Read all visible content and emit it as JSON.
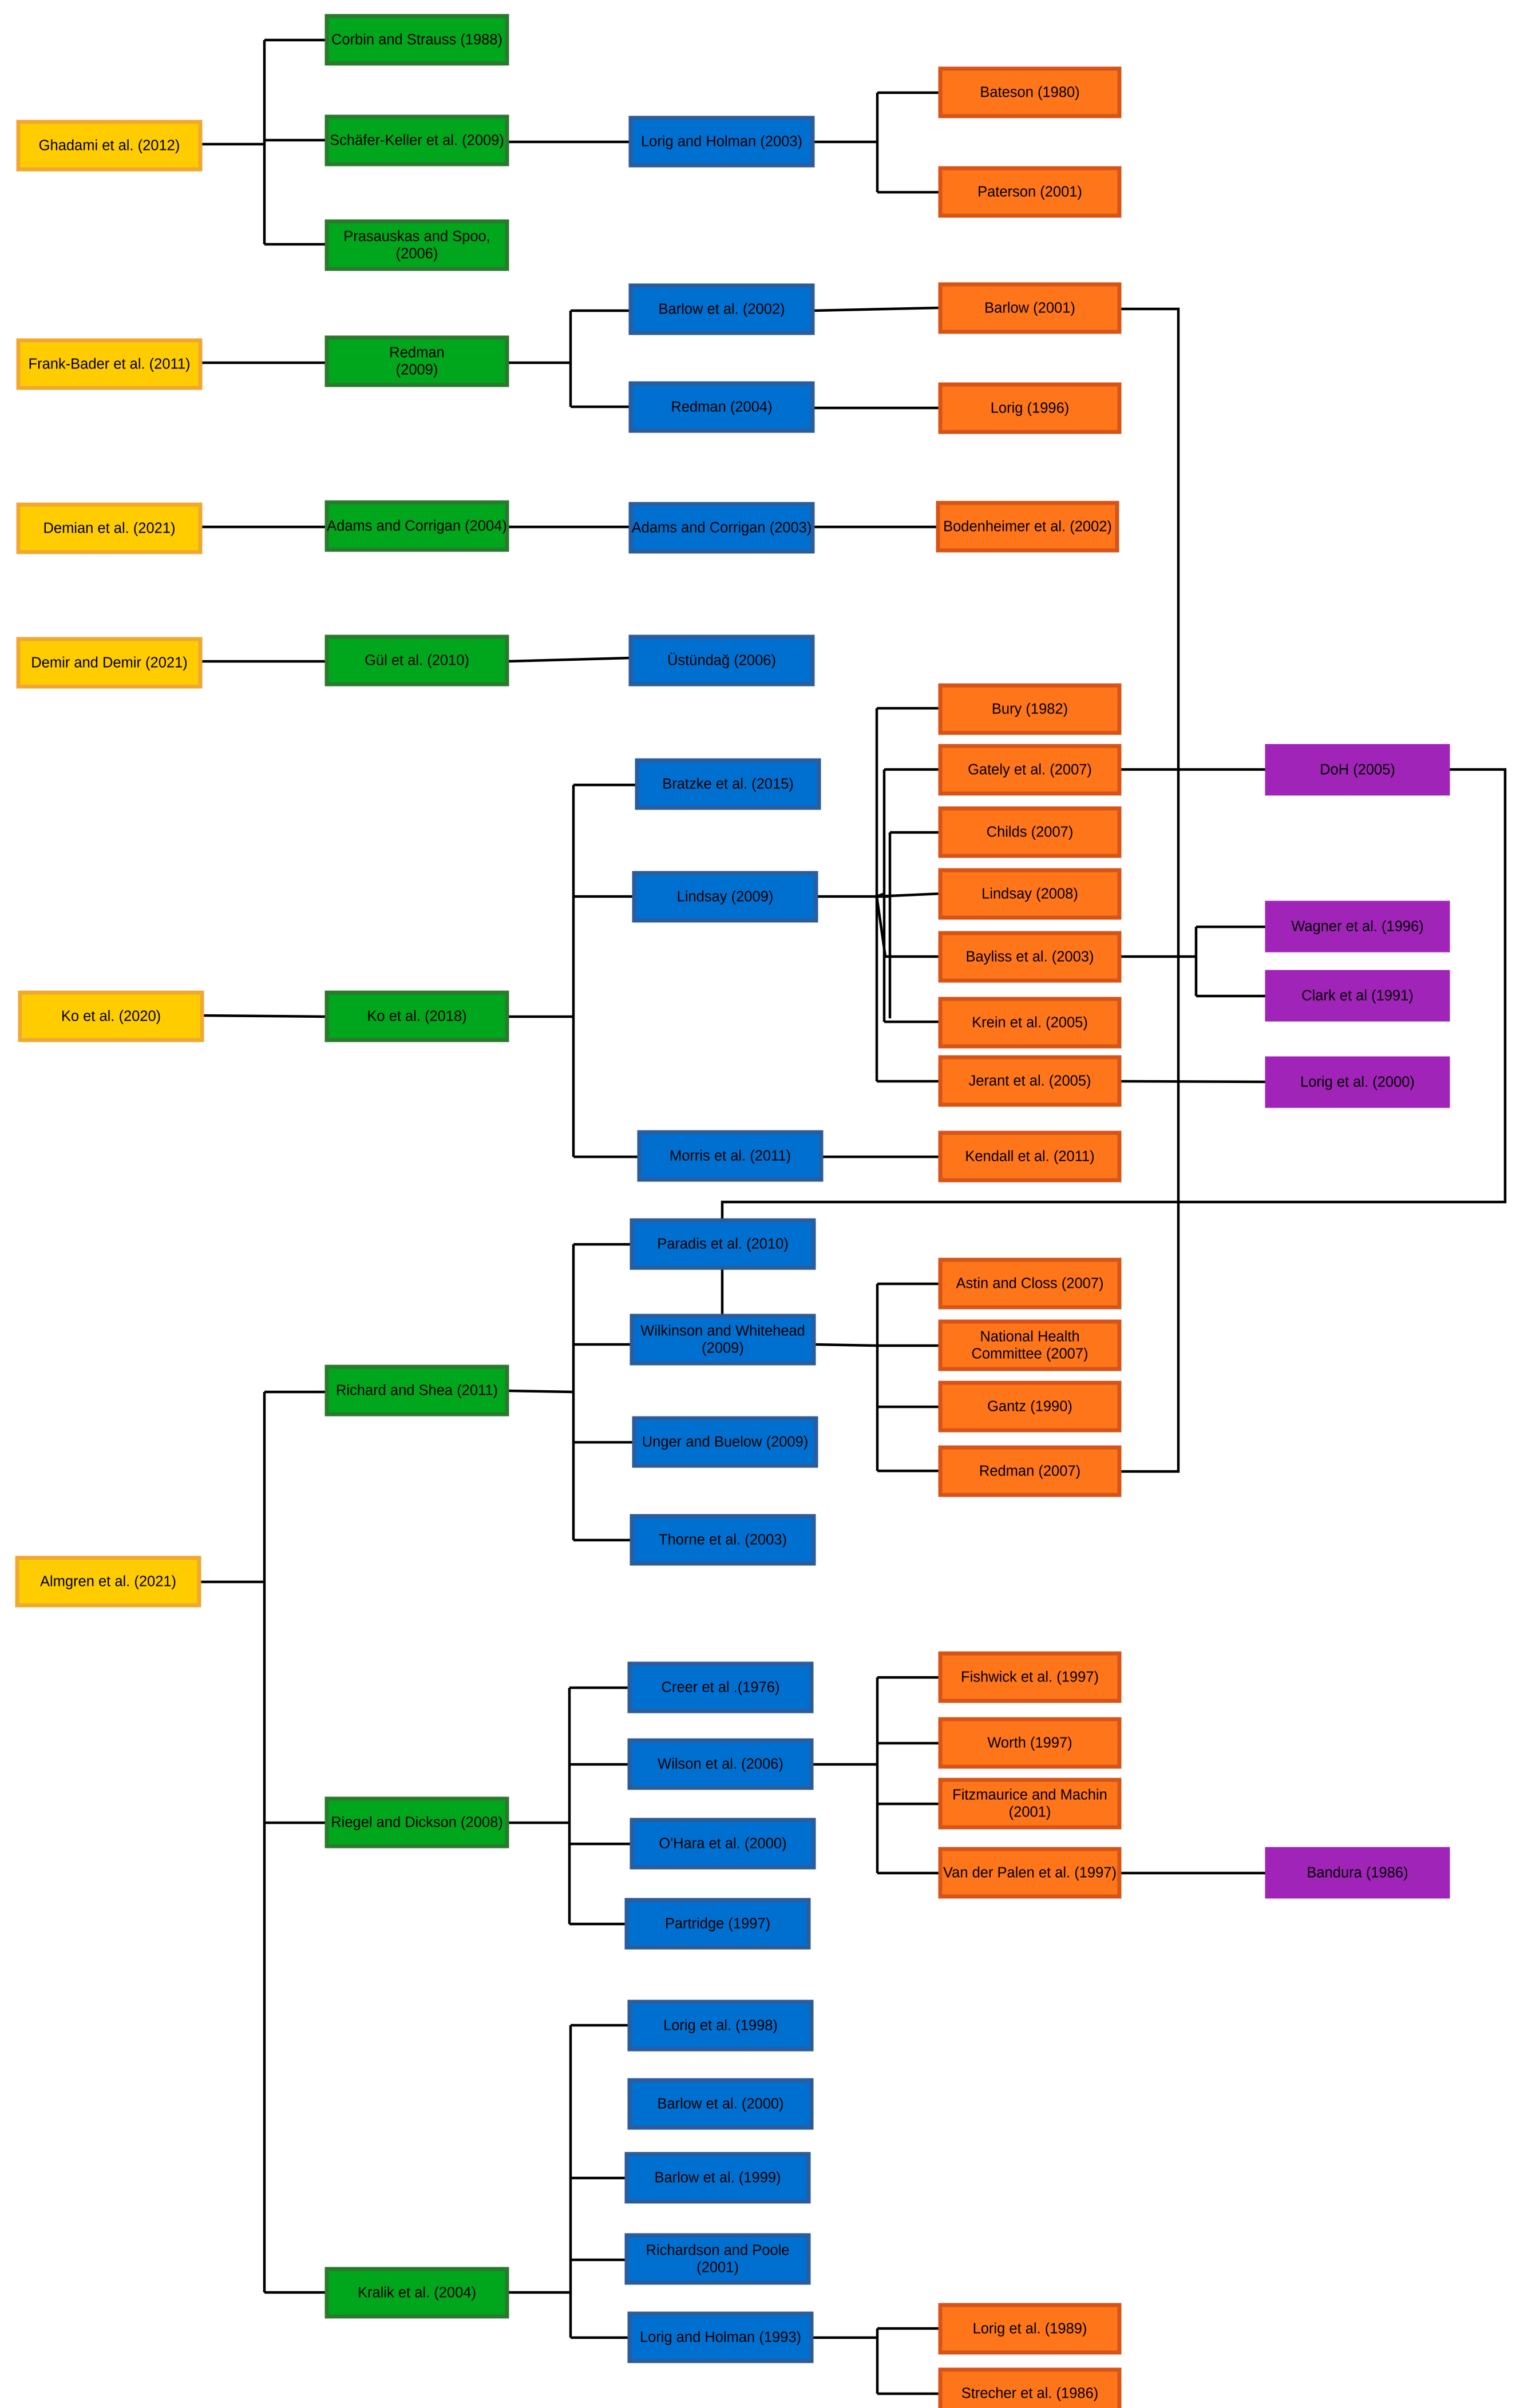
{
  "colors": {
    "level1": {
      "fill": "#FFCC00",
      "stroke": "#F0A830"
    },
    "level2": {
      "fill": "#00A61C",
      "stroke": "#2A7A2E"
    },
    "level3": {
      "fill": "#0070D0",
      "stroke": "#2A5C9E"
    },
    "level4": {
      "fill": "#FF7519",
      "stroke": "#D65418"
    },
    "level5": {
      "fill": "#A124B8",
      "stroke": "#A124B8"
    },
    "edge": "#000000"
  },
  "nodes": [
    {
      "id": "ghadami2012",
      "level": 1,
      "lines": [
        "Ghadami et al. (2012)"
      ]
    },
    {
      "id": "frankbader2011",
      "level": 1,
      "lines": [
        "Frank-Bader et al. (2011)"
      ]
    },
    {
      "id": "demian2021",
      "level": 1,
      "lines": [
        "Demian et al. (2021)"
      ]
    },
    {
      "id": "demir2021",
      "level": 1,
      "lines": [
        "Demir and Demir (2021)"
      ]
    },
    {
      "id": "ko2020",
      "level": 1,
      "lines": [
        "Ko et al. (2020)"
      ]
    },
    {
      "id": "almgren2021",
      "level": 1,
      "lines": [
        "Almgren et al. (2021)"
      ]
    },
    {
      "id": "corbin1988",
      "level": 2,
      "lines": [
        "Corbin and Strauss (1988)"
      ]
    },
    {
      "id": "schafer2009",
      "level": 2,
      "lines": [
        "Schäfer-Keller et al. (2009)"
      ]
    },
    {
      "id": "prasauskas2006",
      "level": 2,
      "lines": [
        "Prasauskas and Spoo,",
        "(2006)"
      ]
    },
    {
      "id": "redman2009",
      "level": 2,
      "lines": [
        "Redman",
        "(2009)"
      ]
    },
    {
      "id": "adams2004",
      "level": 2,
      "lines": [
        "Adams and Corrigan (2004)"
      ]
    },
    {
      "id": "gul2010",
      "level": 2,
      "lines": [
        "Gül et al. (2010)"
      ]
    },
    {
      "id": "ko2018",
      "level": 2,
      "lines": [
        "Ko et al. (2018)"
      ]
    },
    {
      "id": "richard2011",
      "level": 2,
      "lines": [
        "Richard and Shea (2011)"
      ]
    },
    {
      "id": "riegel2008",
      "level": 2,
      "lines": [
        "Riegel and Dickson (2008)"
      ]
    },
    {
      "id": "kralik2004",
      "level": 2,
      "lines": [
        "Kralik et al. (2004)"
      ]
    },
    {
      "id": "lorigholman2003",
      "level": 3,
      "lines": [
        "Lorig and Holman (2003)"
      ]
    },
    {
      "id": "barlow2002",
      "level": 3,
      "lines": [
        "Barlow et al. (2002)"
      ]
    },
    {
      "id": "redman2004",
      "level": 3,
      "lines": [
        "Redman (2004)"
      ]
    },
    {
      "id": "adams2003",
      "level": 3,
      "lines": [
        "Adams and Corrigan (2003)"
      ]
    },
    {
      "id": "ustundag2006",
      "level": 3,
      "lines": [
        "Üstündağ (2006)"
      ]
    },
    {
      "id": "bratzke2015",
      "level": 3,
      "lines": [
        "Bratzke et al. (2015)"
      ]
    },
    {
      "id": "lindsay2009",
      "level": 3,
      "lines": [
        "Lindsay (2009)"
      ]
    },
    {
      "id": "morris2011",
      "level": 3,
      "lines": [
        "Morris et al. (2011)"
      ]
    },
    {
      "id": "paradis2010",
      "level": 3,
      "lines": [
        "Paradis et al. (2010)"
      ]
    },
    {
      "id": "wilkinson2009",
      "level": 3,
      "lines": [
        "Wilkinson and Whitehead",
        "(2009)"
      ]
    },
    {
      "id": "unger2009",
      "level": 3,
      "lines": [
        "Unger and Buelow (2009)"
      ]
    },
    {
      "id": "thorne2003",
      "level": 3,
      "lines": [
        "Thorne et al. (2003)"
      ]
    },
    {
      "id": "creer1976",
      "level": 3,
      "lines": [
        "Creer et al .(1976)"
      ]
    },
    {
      "id": "wilson2006",
      "level": 3,
      "lines": [
        "Wilson et al. (2006)"
      ]
    },
    {
      "id": "ohara2000",
      "level": 3,
      "lines": [
        "O'Hara et al. (2000)"
      ]
    },
    {
      "id": "partridge1997",
      "level": 3,
      "lines": [
        "Partridge  (1997)"
      ]
    },
    {
      "id": "lorig1998",
      "level": 3,
      "lines": [
        "Lorig et al. (1998)"
      ]
    },
    {
      "id": "barlow2000",
      "level": 3,
      "lines": [
        "Barlow et al. (2000)"
      ]
    },
    {
      "id": "barlow1999",
      "level": 3,
      "lines": [
        "Barlow et al. (1999)"
      ]
    },
    {
      "id": "richardson2001",
      "level": 3,
      "lines": [
        "Richardson and Poole",
        "(2001)"
      ]
    },
    {
      "id": "lorigholman1993",
      "level": 3,
      "lines": [
        "Lorig and Holman (1993)"
      ]
    },
    {
      "id": "bateson1980",
      "level": 4,
      "lines": [
        "Bateson (1980)"
      ]
    },
    {
      "id": "paterson2001",
      "level": 4,
      "lines": [
        "Paterson (2001)"
      ]
    },
    {
      "id": "barlow2001",
      "level": 4,
      "lines": [
        "Barlow (2001)"
      ]
    },
    {
      "id": "lorig1996",
      "level": 4,
      "lines": [
        "Lorig (1996)"
      ]
    },
    {
      "id": "bodenheimer2002",
      "level": 4,
      "lines": [
        "Bodenheimer et al. (2002)"
      ]
    },
    {
      "id": "bury1982",
      "level": 4,
      "lines": [
        "Bury (1982)"
      ]
    },
    {
      "id": "gately2007",
      "level": 4,
      "lines": [
        "Gately et al. (2007)"
      ]
    },
    {
      "id": "childs2007",
      "level": 4,
      "lines": [
        "Childs (2007)"
      ]
    },
    {
      "id": "lindsay2008",
      "level": 4,
      "lines": [
        "Lindsay (2008)"
      ]
    },
    {
      "id": "bayliss2003",
      "level": 4,
      "lines": [
        "Bayliss et al. (2003)"
      ]
    },
    {
      "id": "krein2005",
      "level": 4,
      "lines": [
        "Krein et al. (2005)"
      ]
    },
    {
      "id": "jerant2005",
      "level": 4,
      "lines": [
        "Jerant et al. (2005)"
      ]
    },
    {
      "id": "kendall2011",
      "level": 4,
      "lines": [
        "Kendall et al. (2011)"
      ]
    },
    {
      "id": "astin2007",
      "level": 4,
      "lines": [
        "Astin and Closs (2007)"
      ]
    },
    {
      "id": "nhc2007",
      "level": 4,
      "lines": [
        "National Health",
        "Committee (2007)"
      ]
    },
    {
      "id": "gantz1990",
      "level": 4,
      "lines": [
        "Gantz (1990)"
      ]
    },
    {
      "id": "redman2007",
      "level": 4,
      "lines": [
        "Redman (2007)"
      ]
    },
    {
      "id": "fishwick1997",
      "level": 4,
      "lines": [
        "Fishwick et al. (1997)"
      ]
    },
    {
      "id": "worth1997",
      "level": 4,
      "lines": [
        "Worth (1997)"
      ]
    },
    {
      "id": "fitzmaurice2001",
      "level": 4,
      "lines": [
        "Fitzmaurice and Machin",
        "(2001)"
      ]
    },
    {
      "id": "vanderpalen1997",
      "level": 4,
      "lines": [
        "Van der Palen et al. (1997)"
      ]
    },
    {
      "id": "lorig1989",
      "level": 4,
      "lines": [
        "Lorig et al. (1989)"
      ]
    },
    {
      "id": "strecher1986",
      "level": 4,
      "lines": [
        "Strecher et al. (1986)"
      ]
    },
    {
      "id": "doh2005",
      "level": 5,
      "lines": [
        "DoH (2005)"
      ]
    },
    {
      "id": "wagner1996",
      "level": 5,
      "lines": [
        "Wagner et al. (1996)"
      ]
    },
    {
      "id": "clark1991",
      "level": 5,
      "lines": [
        "Clark et al (1991)"
      ]
    },
    {
      "id": "lorig2000",
      "level": 5,
      "lines": [
        "Lorig et al. (2000)"
      ]
    },
    {
      "id": "bandura1986",
      "level": 5,
      "lines": [
        "Bandura (1986)"
      ]
    }
  ]
}
